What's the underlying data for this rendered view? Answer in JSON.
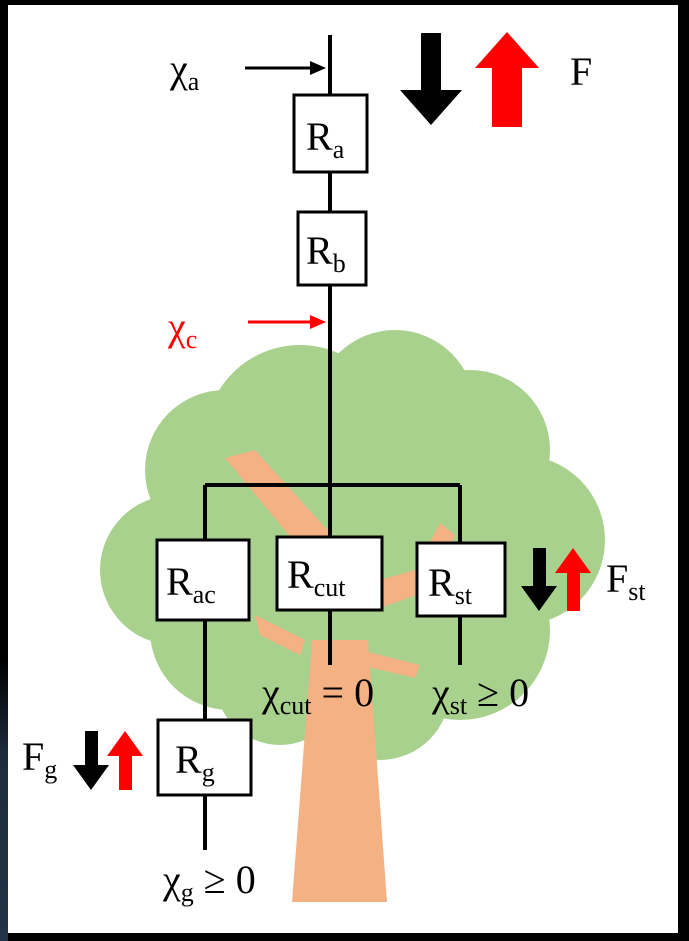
{
  "colors": {
    "canopy": "#a9d18e",
    "trunk": "#f4b183",
    "flux_down": "#000000",
    "flux_up": "#ff0000",
    "highlight_text": "#ff0000"
  },
  "concentrations": {
    "chi_a": {
      "symbol": "χ",
      "sub": "a"
    },
    "chi_c": {
      "symbol": "χ",
      "sub": "c"
    },
    "chi_cut": {
      "symbol": "χ",
      "sub": "cut",
      "rel": " = 0"
    },
    "chi_st": {
      "symbol": "χ",
      "sub": "st",
      "rel": " ≥ 0"
    },
    "chi_g": {
      "symbol": "χ",
      "sub": "g",
      "rel": " ≥ 0"
    }
  },
  "resistances": {
    "Ra": {
      "symbol": "R",
      "sub": "a"
    },
    "Rb": {
      "symbol": "R",
      "sub": "b"
    },
    "Rac": {
      "symbol": "R",
      "sub": "ac"
    },
    "Rcut": {
      "symbol": "R",
      "sub": "cut"
    },
    "Rst": {
      "symbol": "R",
      "sub": "st"
    },
    "Rg": {
      "symbol": "R",
      "sub": "g"
    }
  },
  "fluxes": {
    "F": {
      "symbol": "F",
      "sub": ""
    },
    "Fst": {
      "symbol": "F",
      "sub": "st"
    },
    "Fg": {
      "symbol": "F",
      "sub": "g"
    }
  }
}
